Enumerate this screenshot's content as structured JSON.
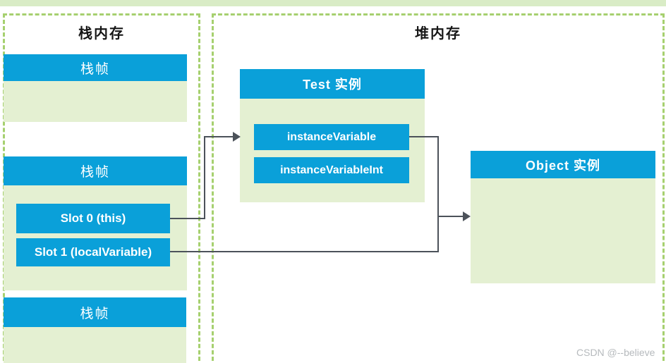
{
  "diagram": {
    "type": "jvm-memory-layout",
    "colors": {
      "header_blue": "#0aa0d9",
      "box_fill_green": "#e4f0d2",
      "dashed_border_green": "#a6d06f",
      "top_strip_green": "#d9ecc6",
      "connector_gray": "#4c525a",
      "title_text": "#161616",
      "watermark_gray": "#b6babd"
    },
    "stack": {
      "title": "栈内存",
      "frames": [
        {
          "label": "栈帧"
        },
        {
          "label": "栈帧",
          "slots": [
            {
              "label": "Slot 0 (this)"
            },
            {
              "label": "Slot 1 (localVariable)"
            }
          ]
        },
        {
          "label": "栈帧"
        }
      ]
    },
    "heap": {
      "title": "堆内存",
      "objects": [
        {
          "title": "Test 实例",
          "fields": [
            {
              "label": "instanceVariable"
            },
            {
              "label": "instanceVariableInt"
            }
          ]
        },
        {
          "title": "Object 实例",
          "fields": []
        }
      ]
    },
    "connections": [
      {
        "from": "Slot 0 (this)",
        "to": "instanceVariable (Test 实例)"
      },
      {
        "from": "instanceVariable",
        "to": "Object 实例"
      },
      {
        "from": "Slot 1 (localVariable)",
        "to": "Object 实例"
      }
    ],
    "watermark": "CSDN @--believe"
  }
}
